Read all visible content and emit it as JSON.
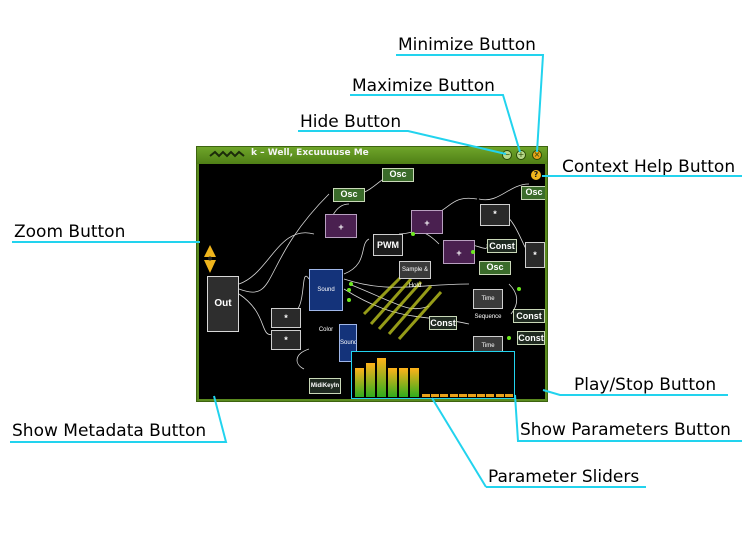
{
  "window": {
    "title": "k – Well, Excuuuuse Me",
    "hide_icon": "minus-circle-icon",
    "maximize_icon": "plus-circle-icon",
    "minimize_icon": "x-circle-icon",
    "help_label": "?",
    "play_label": "▶",
    "metadata_label": "▶i",
    "params_label": "☰"
  },
  "nodes": {
    "osc1": "Osc",
    "osc2": "Osc",
    "osc3": "Osc",
    "osc4": "Osc",
    "plus1": "+",
    "plus2": "+",
    "plus3": "+",
    "mul1": "*",
    "mul2": "*",
    "mul3": "*",
    "mul4": "*",
    "out": "Out",
    "pwm": "PWM",
    "const1": "Const",
    "const2": "Const",
    "const3": "Const",
    "const4": "Const",
    "sample_hold": "Sample & Hold",
    "sound_color1": "Sound Color",
    "sound_color2": "Sound C",
    "time_seq1": "Time Sequence",
    "time_seq2": "Time Sequence",
    "midi_key": "MidiKeyIn"
  },
  "sliders": {
    "levels": [
      0.72,
      0.85,
      0.98,
      0.72,
      0.72,
      0.72
    ],
    "flat_count": 10
  },
  "callouts": {
    "minimize": "Minimize Button",
    "maximize": "Maximize Button",
    "hide": "Hide Button",
    "context_help": "Context Help Button",
    "zoom": "Zoom Button",
    "play_stop": "Play/Stop Button",
    "show_metadata": "Show Metadata Button",
    "show_parameters": "Show Parameters Button",
    "parameter_sliders": "Parameter Sliders"
  },
  "colors": {
    "leader": "#22d3ee",
    "frame": "#5a8a1e",
    "accent": "#f0b51d"
  }
}
